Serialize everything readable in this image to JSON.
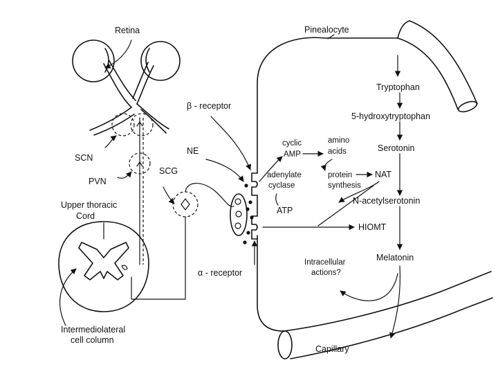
{
  "diagram": {
    "labels": {
      "retina": "Retina",
      "pinealocyte": "Pinealocyte",
      "beta_receptor": "β - receptor",
      "scn": "SCN",
      "ne": "NE",
      "pvn": "PVN",
      "scg": "SCG",
      "upper_thoracic_1": "Upper thoracic",
      "upper_thoracic_2": "Cord",
      "cyclic_amp_1": "cyclic",
      "cyclic_amp_2": "AMP",
      "amino_acids_1": "amino",
      "amino_acids_2": "acids",
      "adenylate_cyclase_1": "adenylate",
      "adenylate_cyclase_2": "cyclase",
      "protein_synthesis_1": "protein",
      "protein_synthesis_2": "synthesis",
      "nat": "NAT",
      "atp": "ATP",
      "tryptophan": "Tryptophan",
      "hydroxytryptophan": "5-hydroxytryptophan",
      "serotonin": "Serotonin",
      "n_acetylserotonin": "N-acetylserotonin",
      "hiomt": "HIOMT",
      "melatonin": "Melatonin",
      "intracellular_1": "Intracellular",
      "intracellular_2": "actions?",
      "alpha_receptor": "α - receptor",
      "intermediolateral_1": "Intermediolateral",
      "intermediolateral_2": "cell column",
      "capillary": "Capillary"
    }
  }
}
